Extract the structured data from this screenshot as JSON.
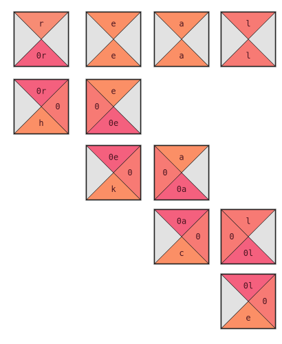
{
  "colors": {
    "empty": "#e2e2e2",
    "pink": "#f4607e",
    "salmon": "#f78c74",
    "orange": "#fb8f66",
    "coral": "#f77a74",
    "border": "#222222"
  },
  "tiles": [
    {
      "top": {
        "label": "r",
        "fill": "salmon"
      },
      "right": {
        "label": "",
        "fill": "empty"
      },
      "bottom": {
        "label": "0r",
        "fill": "pink"
      },
      "left": {
        "label": "",
        "fill": "empty"
      }
    },
    {
      "top": {
        "label": "e",
        "fill": "orange"
      },
      "right": {
        "label": "",
        "fill": "empty"
      },
      "bottom": {
        "label": "e",
        "fill": "orange"
      },
      "left": {
        "label": "",
        "fill": "empty"
      }
    },
    {
      "top": {
        "label": "a",
        "fill": "orange"
      },
      "right": {
        "label": "",
        "fill": "empty"
      },
      "bottom": {
        "label": "a",
        "fill": "orange"
      },
      "left": {
        "label": "",
        "fill": "empty"
      }
    },
    {
      "top": {
        "label": "l",
        "fill": "coral"
      },
      "right": {
        "label": "",
        "fill": "empty"
      },
      "bottom": {
        "label": "l",
        "fill": "coral"
      },
      "left": {
        "label": "",
        "fill": "empty"
      }
    },
    {
      "top": {
        "label": "0r",
        "fill": "pink"
      },
      "right": {
        "label": "0",
        "fill": "coral"
      },
      "bottom": {
        "label": "h",
        "fill": "orange"
      },
      "left": {
        "label": "",
        "fill": "empty"
      }
    },
    {
      "top": {
        "label": "e",
        "fill": "orange"
      },
      "right": {
        "label": "",
        "fill": "empty"
      },
      "bottom": {
        "label": "0e",
        "fill": "pink"
      },
      "left": {
        "label": "0",
        "fill": "coral"
      }
    },
    {
      "top": {
        "label": "0e",
        "fill": "pink"
      },
      "right": {
        "label": "0",
        "fill": "coral"
      },
      "bottom": {
        "label": "k",
        "fill": "orange"
      },
      "left": {
        "label": "",
        "fill": "empty"
      }
    },
    {
      "top": {
        "label": "a",
        "fill": "orange"
      },
      "right": {
        "label": "",
        "fill": "empty"
      },
      "bottom": {
        "label": "0a",
        "fill": "pink"
      },
      "left": {
        "label": "0",
        "fill": "coral"
      }
    },
    {
      "top": {
        "label": "0a",
        "fill": "pink"
      },
      "right": {
        "label": "0",
        "fill": "coral"
      },
      "bottom": {
        "label": "c",
        "fill": "orange"
      },
      "left": {
        "label": "",
        "fill": "empty"
      }
    },
    {
      "top": {
        "label": "l",
        "fill": "coral"
      },
      "right": {
        "label": "",
        "fill": "empty"
      },
      "bottom": {
        "label": "0l",
        "fill": "pink"
      },
      "left": {
        "label": "0",
        "fill": "coral"
      }
    },
    {
      "top": {
        "label": "0l",
        "fill": "pink"
      },
      "right": {
        "label": "0",
        "fill": "coral"
      },
      "bottom": {
        "label": "e",
        "fill": "orange"
      },
      "left": {
        "label": "",
        "fill": "empty"
      }
    }
  ]
}
